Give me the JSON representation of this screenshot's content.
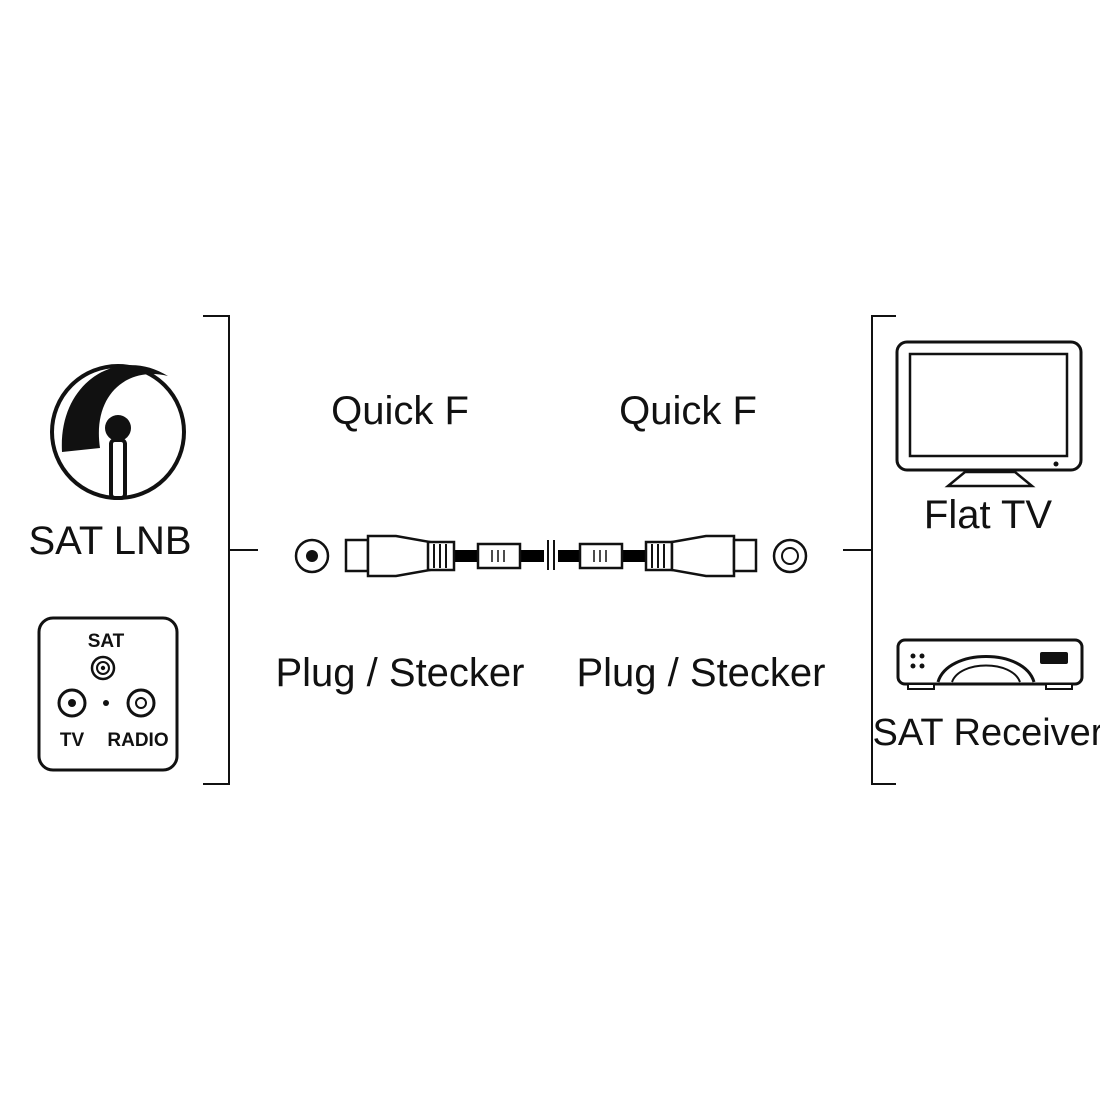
{
  "left": {
    "lnb_label": "SAT LNB",
    "wall_socket": {
      "sat_label": "SAT",
      "tv_label": "TV",
      "radio_label": "RADIO"
    }
  },
  "center": {
    "connector_left_top": "Quick F",
    "connector_right_top": "Quick F",
    "connector_left_bottom": "Plug / Stecker",
    "connector_right_bottom": "Plug / Stecker"
  },
  "right": {
    "tv_label": "Flat TV",
    "receiver_label": "SAT Receiver"
  },
  "colors": {
    "ink": "#111111",
    "paper": "#ffffff",
    "cable": "#000000"
  }
}
